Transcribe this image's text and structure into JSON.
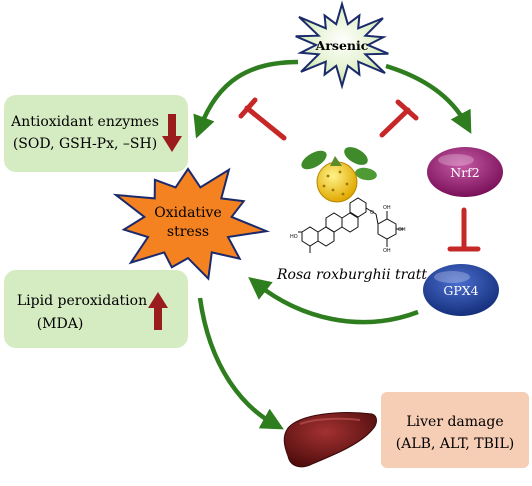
{
  "nodes": {
    "arsenic": {
      "label": "Arsenic"
    },
    "oxidative_stress": {
      "line1": "Oxidative",
      "line2": "stress"
    },
    "nrf2": {
      "label": "Nrf2"
    },
    "gpx4": {
      "label": "GPX4"
    },
    "rosa": {
      "label": "Rosa roxburghii tratt"
    }
  },
  "boxes": {
    "antioxidant": {
      "line1": "Antioxidant enzymes",
      "line2": "(SOD, GSH-Px, –SH)",
      "trend": "down"
    },
    "lipid": {
      "line1": "Lipid peroxidation",
      "line2": "(MDA)",
      "trend": "up"
    },
    "liver": {
      "line1": "Liver damage",
      "line2": "(ALB, ALT, TBIL)"
    }
  },
  "colors": {
    "green_arrow": "#2e7d1e",
    "inhibit": "#c62828",
    "trend_arrow": "#9b1c1c",
    "box_green": "#d5ecc3",
    "box_peach": "#f6cdb5",
    "nrf2_fill": "#8e1a6c",
    "gpx4_fill": "#1f3f94",
    "star_orange": "#f58220",
    "star_outline": "#1b2a6b",
    "arsenic_fill": "#d9ecc1",
    "liver_fill": "#6b1414"
  }
}
